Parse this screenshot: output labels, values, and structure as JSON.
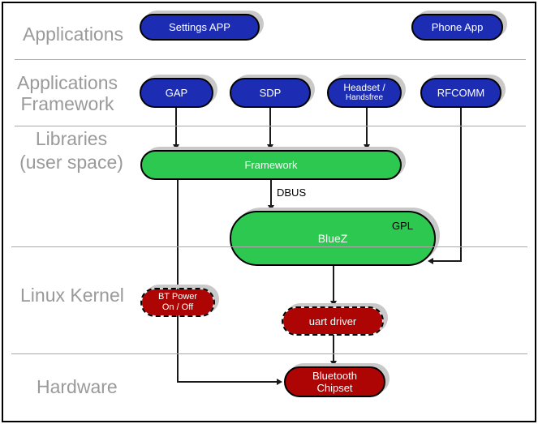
{
  "diagram": {
    "layers": {
      "applications": "Applications",
      "app_framework_line1": "Applications",
      "app_framework_line2": "Framework",
      "libraries_line1": "Libraries",
      "libraries_line2": "(user space)",
      "linux_kernel": "Linux Kernel",
      "hardware": "Hardware"
    },
    "nodes": {
      "settings_app": "Settings APP",
      "phone_app": "Phone App",
      "gap": "GAP",
      "sdp": "SDP",
      "headset_line1": "Headset /",
      "headset_line2": "Handsfree",
      "rfcomm": "RFCOMM",
      "framework": "Framework",
      "bluez": "BlueZ",
      "gpl_annotation": "GPL",
      "bt_power_line1": "BT Power",
      "bt_power_line2": "On / Off",
      "uart_driver": "uart driver",
      "chipset_line1": "Bluetooth",
      "chipset_line2": "Chipset"
    },
    "edge_labels": {
      "dbus": "DBUS"
    },
    "colors": {
      "app_blue": "#1c2db4",
      "lib_green": "#2dc84f",
      "kernel_red": "#ad0404",
      "label_gray": "#9a9a9a",
      "shadow_gray": "#c9c9c9",
      "line_black": "#1a1a1a",
      "divider_gray": "#a9a9a9"
    }
  }
}
